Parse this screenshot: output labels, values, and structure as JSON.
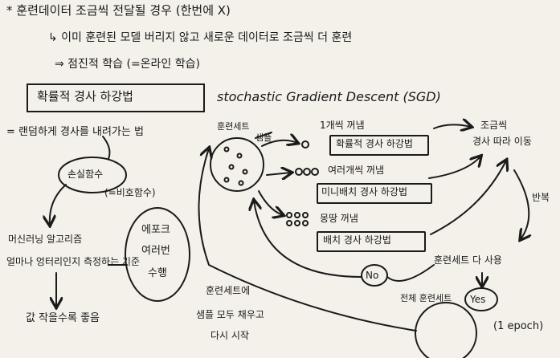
{
  "lines": {
    "l1": "* 훈련데이터   조금씩   전달될 경우 (한번에 X)",
    "l2": "↳ 이미 훈련된  모델  버리지  않고  새로운 데이터로  조금씩  더 훈련",
    "l3": "⇒ 점진적 학습 (=온라인 학습)",
    "sgd_ko": "확률적   경사   하강법",
    "sgd_en": "stochastic  Gradient  Descent  (SGD)",
    "random_note": "= 랜덤하게   경사를   내려가는 법",
    "loss": "손실함수",
    "unfavorable": "(=비호함수)",
    "ml_line1": "머신러닝 알고리즘",
    "ml_line2": "얼마나  엉터리인지 측정하는 기준",
    "low_good": "값 작을수록 좋음",
    "epoch_line1": "에포크",
    "epoch_line2": "여러번",
    "epoch_line3": "수행",
    "train_set": "훈련세트",
    "sample": "샘플",
    "one_pick": "1개씩 꺼냄",
    "sgd_box": "확률적 경사 하강법",
    "several_pick": "여러개씩 꺼냄",
    "minibatch_box": "미니배치 경사 하강법",
    "all_pick": "몽땅 꺼냄",
    "batch_box": "배치 경사 하강법",
    "slowly": "조금씩",
    "descend": "경사 따라 이동",
    "repeat": "반복",
    "use_all": "훈련세트 다 사용",
    "no": "No",
    "yes": "Yes",
    "full_train": "전체 훈련세트",
    "epoch": "(1 epoch)",
    "restart1": "훈련세트에",
    "restart2": "샘플 모두 채우고",
    "restart3": "다시 시작"
  }
}
